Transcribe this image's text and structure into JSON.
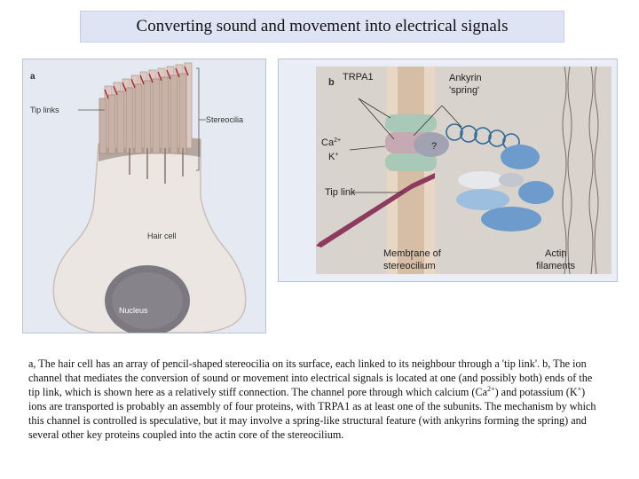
{
  "title": "Converting sound and movement into electrical signals",
  "panel_a": {
    "letter": "a",
    "label_tip_links": "Tip links",
    "label_stereocilia": "Stereocilia",
    "label_hair_cell": "Hair cell",
    "label_nucleus": "Nucleus"
  },
  "panel_b": {
    "letter": "b",
    "label_trpa1": "TRPA1",
    "label_ankyrin_1": "Ankyrin",
    "label_ankyrin_2": "'spring'",
    "label_ca": "Ca",
    "label_ca_sup": "2+",
    "label_k": "K",
    "label_k_sup": "+",
    "label_question": "?",
    "label_tip_link": "Tip link",
    "label_membrane_1": "Membrane of",
    "label_membrane_2": "stereocilium",
    "label_actin_1": "Actin",
    "label_actin_2": "filaments"
  },
  "caption": {
    "p1": "a, The hair cell has an array of pencil-shaped stereocilia on its surface, each linked to its neighbour through a 'tip link'. b, The ion channel that mediates the conversion of sound or movement into electrical signals is located at one (and possibly both) ends of the tip link, which is shown here as a relatively stiff connection. The channel pore through which calcium (Ca",
    "ca_sup": "2+",
    "p2": ") and potassium (K",
    "k_sup": "+",
    "p3": ") ions are transported is probably an assembly of four proteins, with TRPA1 as at least one of the subunits. The mechanism by which this channel is controlled is speculative, but it may involve a spring-like structural feature (with ankyrins forming the spring) and several other key proteins coupled into the actin core of the stereocilium."
  }
}
